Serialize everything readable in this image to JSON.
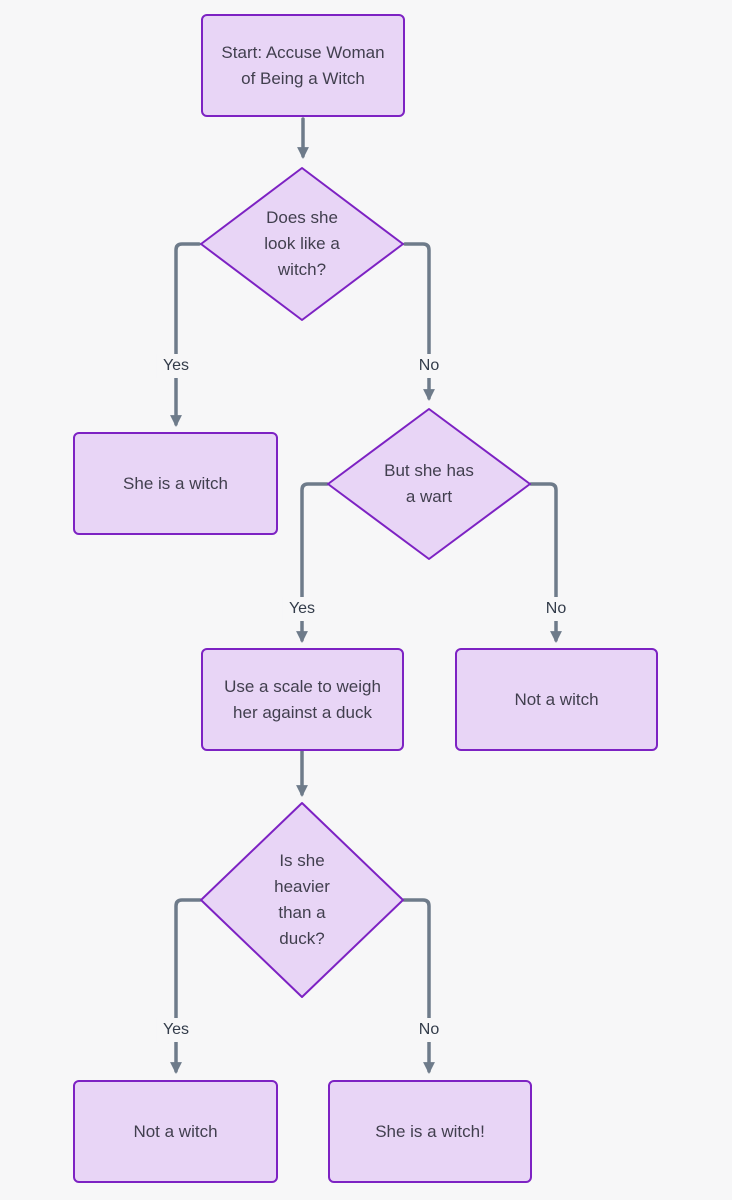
{
  "theme": {
    "canvas_bg": "#f7f7f8",
    "node_fill": "#e8d5f6",
    "node_border": "#7d22c3",
    "node_text": "#413f4e",
    "edge_color": "#6e7b8a",
    "label_text": "#333c4a"
  },
  "nodes": {
    "start": {
      "type": "rect",
      "label": "Start: Accuse Woman\nof Being a Witch"
    },
    "looks_like_witch": {
      "type": "diamond",
      "label": "Does she\nlook like a\nwitch?"
    },
    "she_is_a_witch": {
      "type": "rect",
      "label": "She is a witch"
    },
    "has_a_wart": {
      "type": "diamond",
      "label": "But she has\na wart"
    },
    "weigh_against_duck": {
      "type": "rect",
      "label": "Use a scale to weigh\nher against a duck"
    },
    "not_a_witch_mid": {
      "type": "rect",
      "label": "Not a witch"
    },
    "heavier_than_duck": {
      "type": "diamond",
      "label": "Is she\nheavier\nthan a\nduck?"
    },
    "not_a_witch_final": {
      "type": "rect",
      "label": "Not a witch"
    },
    "she_is_a_witch_final": {
      "type": "rect",
      "label": "She is a witch!"
    }
  },
  "edges": [
    {
      "from": "start",
      "to": "looks_like_witch",
      "label": ""
    },
    {
      "from": "looks_like_witch",
      "to": "she_is_a_witch",
      "label": "Yes"
    },
    {
      "from": "looks_like_witch",
      "to": "has_a_wart",
      "label": "No"
    },
    {
      "from": "has_a_wart",
      "to": "weigh_against_duck",
      "label": "Yes"
    },
    {
      "from": "has_a_wart",
      "to": "not_a_witch_mid",
      "label": "No"
    },
    {
      "from": "weigh_against_duck",
      "to": "heavier_than_duck",
      "label": ""
    },
    {
      "from": "heavier_than_duck",
      "to": "not_a_witch_final",
      "label": "Yes"
    },
    {
      "from": "heavier_than_duck",
      "to": "she_is_a_witch_final",
      "label": "No"
    }
  ]
}
